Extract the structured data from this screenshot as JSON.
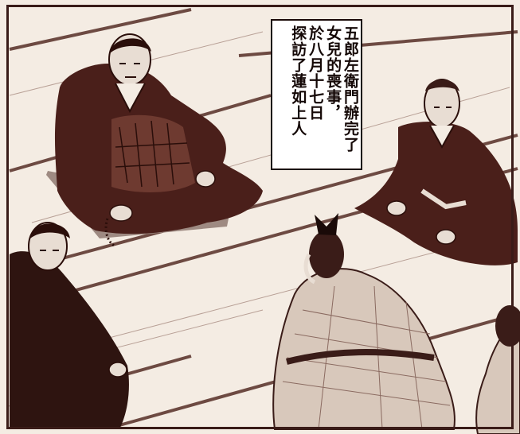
{
  "panel": {
    "speech": {
      "lines": [
        "五郎左衛門辦完了",
        "女兒的喪事，",
        "於八月十七日",
        "探訪了蓮如上人"
      ]
    }
  },
  "colors": {
    "ink": "#3a1c18",
    "paper": "#fbf7f1",
    "robe_dark": "#4a1f1a",
    "robe_light": "#d8c8bb",
    "tatami_line": "#8a6a60"
  }
}
